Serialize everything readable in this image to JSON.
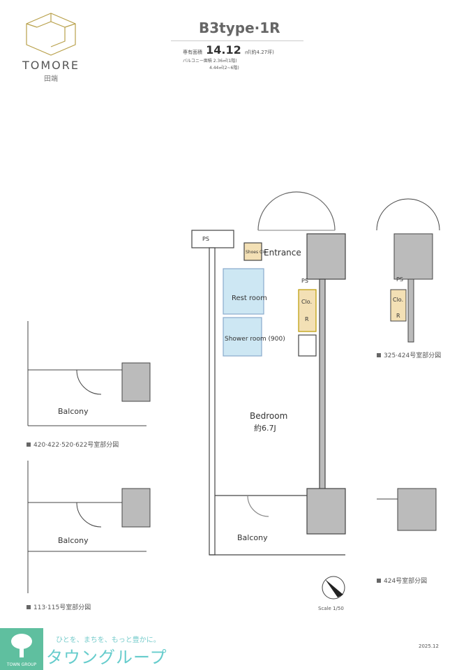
{
  "brand": {
    "name": "TOMORE",
    "sub": "田端"
  },
  "header": {
    "type": "B3type·1R",
    "area_label": "専有面積",
    "area_value": "14.12",
    "area_unit": "㎡(約4.27坪)",
    "balcony_line1": "バルコニー面積 2.36㎡(1階)",
    "balcony_line2": "4.44㎡(2~6階)"
  },
  "rooms": {
    "ps": "PS",
    "shoes": "Shoes Clo.",
    "entrance": "Entrance",
    "rest": "Rest room",
    "shower": "Shower room (900)",
    "clo": "Clo.",
    "r": "R",
    "bedroom": "Bedroom",
    "bedroom_size": "約6.7J",
    "balcony": "Balcony"
  },
  "captions": {
    "a": "420·422·520·622号室部分図",
    "b": "113·115号室部分図",
    "c": "325·424号室部分図",
    "d": "424号室部分図"
  },
  "scale": "Scale 1/50",
  "date": "2025.12",
  "footer": {
    "slogan": "ひとを、まちを、もっと豊かに。",
    "company": "タウングループ",
    "logo_text": "TOWN GROUP"
  }
}
